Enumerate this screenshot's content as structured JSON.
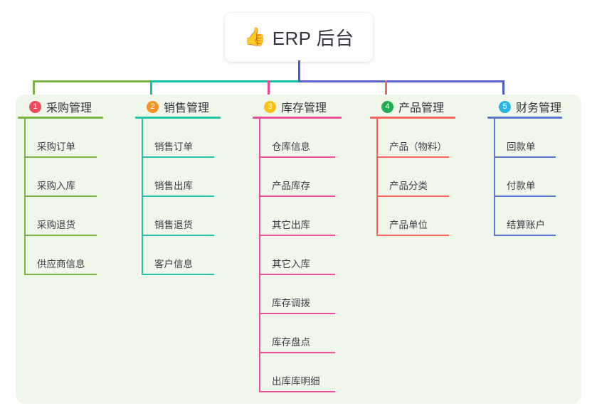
{
  "root": {
    "icon": "thumbs-up-icon",
    "icon_glyph": "👍",
    "title": "ERP 后台"
  },
  "palette": {
    "panel_background": "#eef7e9",
    "page_background": "#ffffff",
    "trunk_blue": "#4a5fc1",
    "bar_green": "#7cb342",
    "bar_teal": "#11c3a4",
    "bar_indigo": "#5b60cc",
    "stub_pink": "#ec4899",
    "stub_red": "#f4675f",
    "stub_blue": "#4a5fc1",
    "text_dark": "#32353c"
  },
  "connectors": {
    "trunk": {
      "color": "#4a5fc1",
      "label": "root-trunk"
    },
    "bar_segments": [
      {
        "name": "bar-green",
        "color": "#7cb342"
      },
      {
        "name": "bar-teal",
        "color": "#11c3a4"
      },
      {
        "name": "bar-indigo",
        "color": "#5b60cc"
      }
    ],
    "drops": [
      {
        "name": "drop-1",
        "color": "#7cb342"
      },
      {
        "name": "drop-2",
        "color": "#11c3a4"
      },
      {
        "name": "drop-3",
        "color": "#ec4899"
      },
      {
        "name": "drop-4",
        "color": "#f4675f"
      },
      {
        "name": "drop-5",
        "color": "#4a5fc1"
      }
    ]
  },
  "chart_data": {
    "type": "table",
    "title": "ERP 后台",
    "columns": [
      {
        "number": "1",
        "title": "采购管理",
        "badge_color": "#f2495c",
        "line_color": "#7cb342",
        "items": [
          "采购订单",
          "采购入库",
          "采购退货",
          "供应商信息"
        ]
      },
      {
        "number": "2",
        "title": "销售管理",
        "badge_color": "#f59425",
        "line_color": "#26c2ad",
        "items": [
          "销售订单",
          "销售出库",
          "销售退货",
          "客户信息"
        ]
      },
      {
        "number": "3",
        "title": "库存管理",
        "badge_color": "#f9c016",
        "line_color": "#e8509b",
        "items": [
          "仓库信息",
          "产品库存",
          "其它出库",
          "其它入库",
          "库存调拨",
          "库存盘点",
          "出库库明细"
        ]
      },
      {
        "number": "4",
        "title": "产品管理",
        "badge_color": "#22ab52",
        "line_color": "#f4675f",
        "items": [
          "产品（物料）",
          "产品分类",
          "产品单位"
        ]
      },
      {
        "number": "5",
        "title": "财务管理",
        "badge_color": "#2ab4e0",
        "line_color": "#5a78d0",
        "items": [
          "回款单",
          "付款单",
          "结算账户"
        ]
      }
    ]
  }
}
